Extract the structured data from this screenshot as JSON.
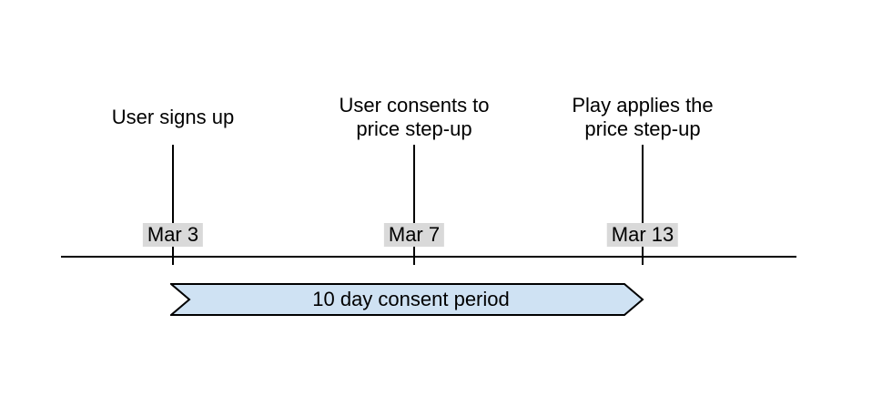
{
  "diagram": {
    "type": "timeline",
    "events": [
      {
        "label": "User signs up",
        "date": "Mar 3"
      },
      {
        "label": "User consents to\nprice step-up",
        "date": "Mar 7"
      },
      {
        "label": "Play applies the\nprice step-up",
        "date": "Mar 13"
      }
    ],
    "period_label": "10 day consent period",
    "colors": {
      "background": "#ffffff",
      "text": "#000000",
      "line": "#000000",
      "date_chip_bg": "#d9d9d9",
      "banner_fill": "#cfe2f3",
      "banner_stroke": "#000000"
    }
  }
}
